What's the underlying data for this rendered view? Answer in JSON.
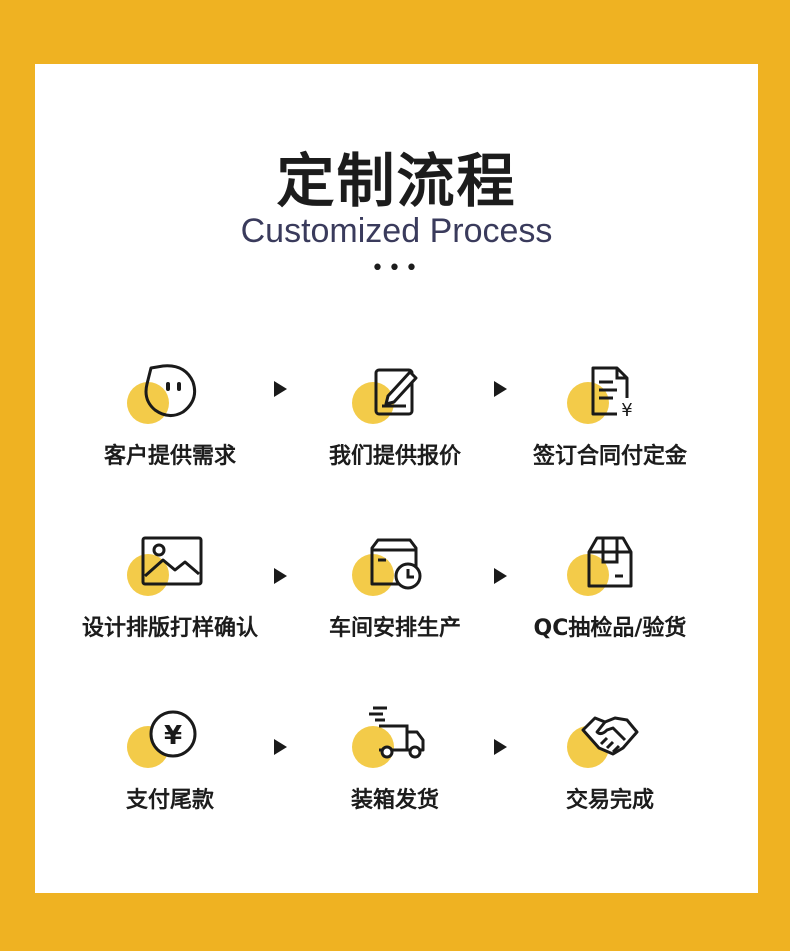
{
  "header": {
    "title_cn": "定制流程",
    "title_en": "Customized Process",
    "dots": "•••"
  },
  "colors": {
    "background": "#EFB222",
    "card": "#FFFFFF",
    "accent_circle": "#F3CB49",
    "title": "#1C1C1C",
    "subtitle": "#3A3B5C"
  },
  "steps": [
    {
      "label": "客户提供需求",
      "icon": "speech-bubble-icon"
    },
    {
      "label": "我们提供报价",
      "icon": "edit-pencil-icon"
    },
    {
      "label": "签订合同付定金",
      "icon": "contract-yen-icon"
    },
    {
      "label": "设计排版打样确认",
      "icon": "image-picture-icon"
    },
    {
      "label": "车间安排生产",
      "icon": "production-box-clock-icon"
    },
    {
      "label": "QC抽检品/验货",
      "icon": "package-box-icon"
    },
    {
      "label": "支付尾款",
      "icon": "yen-coin-icon"
    },
    {
      "label": "装箱发货",
      "icon": "delivery-truck-icon"
    },
    {
      "label": "交易完成",
      "icon": "handshake-icon"
    }
  ]
}
